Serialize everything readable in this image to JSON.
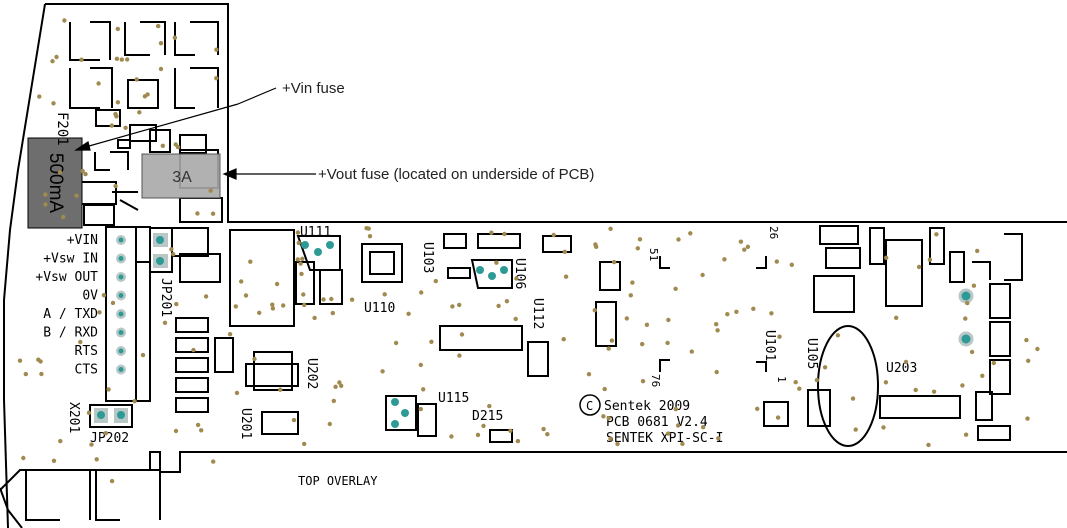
{
  "annotations": {
    "vin_fuse": "+Vin fuse",
    "vout_fuse": "+Vout fuse (located on underside of PCB)"
  },
  "fuses": {
    "vin_value": "500mA",
    "vout_value": "3A"
  },
  "connector_pins": [
    "+VIN",
    "+Vsw IN",
    "+Vsw OUT",
    "0V",
    "A / TXD",
    "B / RXD",
    "RTS",
    "CTS"
  ],
  "designators": {
    "f201": "F201",
    "jp201": "JP201",
    "jp202": "JP202",
    "x201": "X201",
    "u101": "U101",
    "u103": "U103",
    "u105": "U105",
    "u106": "U106",
    "u110": "U110",
    "u111": "U111",
    "u112": "U112",
    "u115": "U115",
    "u201": "U201",
    "u202": "U202",
    "u203": "U203",
    "d215": "D215",
    "n26": "26",
    "n51": "51",
    "n76": "76",
    "n1": "1"
  },
  "silkscreen": {
    "copyright": "Sentek 2009",
    "pcb": "PCB 0681 V2.4",
    "product": "SENTEK XPI-SC-I",
    "layer": "TOP OVERLAY"
  },
  "colors": {
    "ink": "#000000",
    "fuse_dark": "#6e6e6e",
    "fuse_light": "#a9a9a9",
    "via": "#a08a50",
    "pad_teal": "#2e9a96",
    "pad_grey": "#b9c7c7"
  }
}
